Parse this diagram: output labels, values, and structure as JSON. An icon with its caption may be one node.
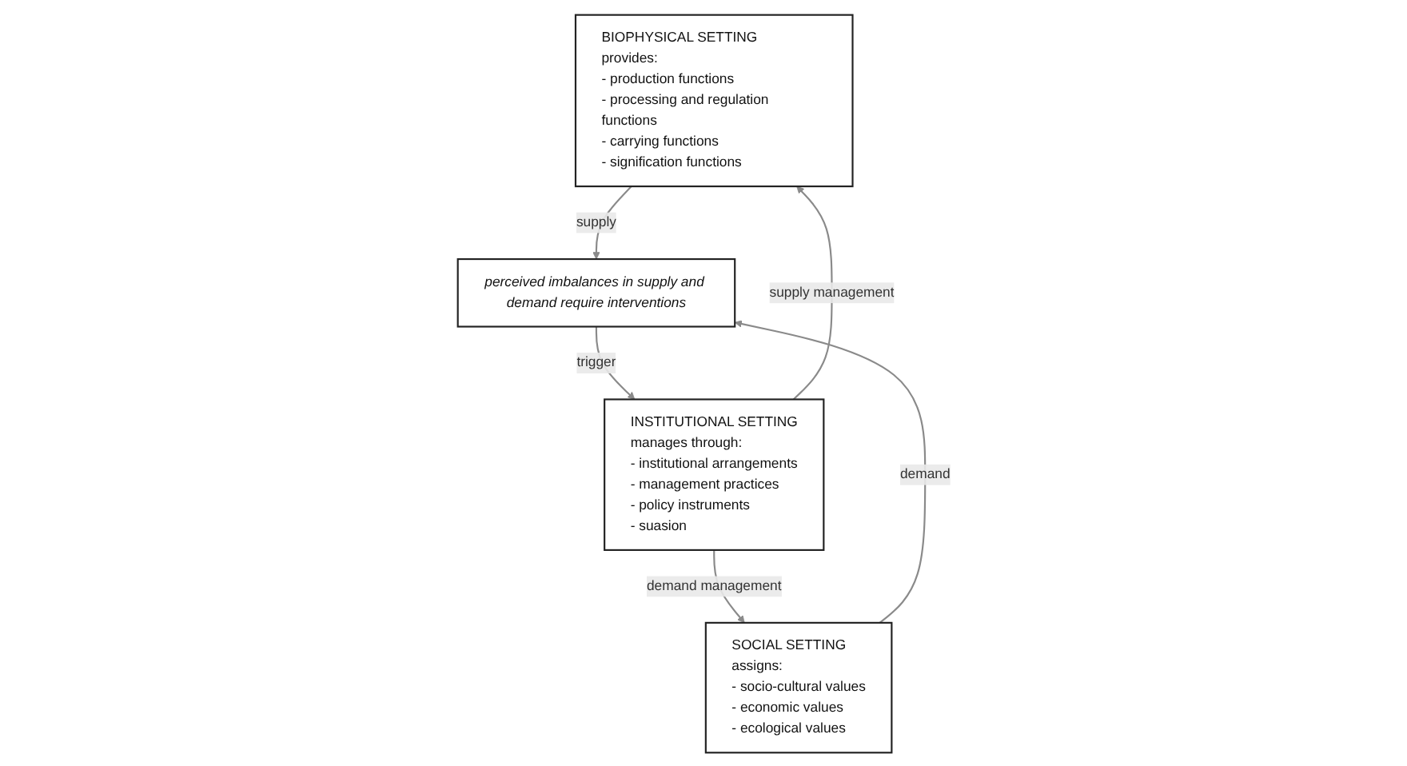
{
  "diagram": {
    "nodes": [
      {
        "text": [
          "BIOPHYSICAL SETTING",
          "provides:",
          "- production functions",
          "- processing and regulation functions",
          "- carrying functions",
          "- signification functions"
        ]
      },
      {
        "text": [
          "perceived imbalances in supply and demand require interventions"
        ]
      },
      {
        "text": [
          "SOCIAL SETTING",
          "assigns:",
          "- socio-cultural values",
          "- economic values",
          "- ecological values"
        ]
      },
      {
        "text": [
          "INSTITUTIONAL SETTING",
          "manages through:",
          "- institutional arrangements",
          "- management practices",
          "- policy instruments",
          "- suasion"
        ]
      }
    ],
    "edges": [
      {
        "from": 0,
        "to": 1,
        "arrow": "to",
        "label": "supply"
      },
      {
        "from": 2,
        "to": 1,
        "arrow": "to",
        "label": "demand"
      },
      {
        "from": 1,
        "to": 3,
        "arrow": "to",
        "label": "trigger"
      },
      {
        "from": 3,
        "to": 0,
        "arrow": "to",
        "label": "supply management"
      },
      {
        "from": 3,
        "to": 2,
        "arrow": "to",
        "label": "demand management"
      }
    ]
  }
}
